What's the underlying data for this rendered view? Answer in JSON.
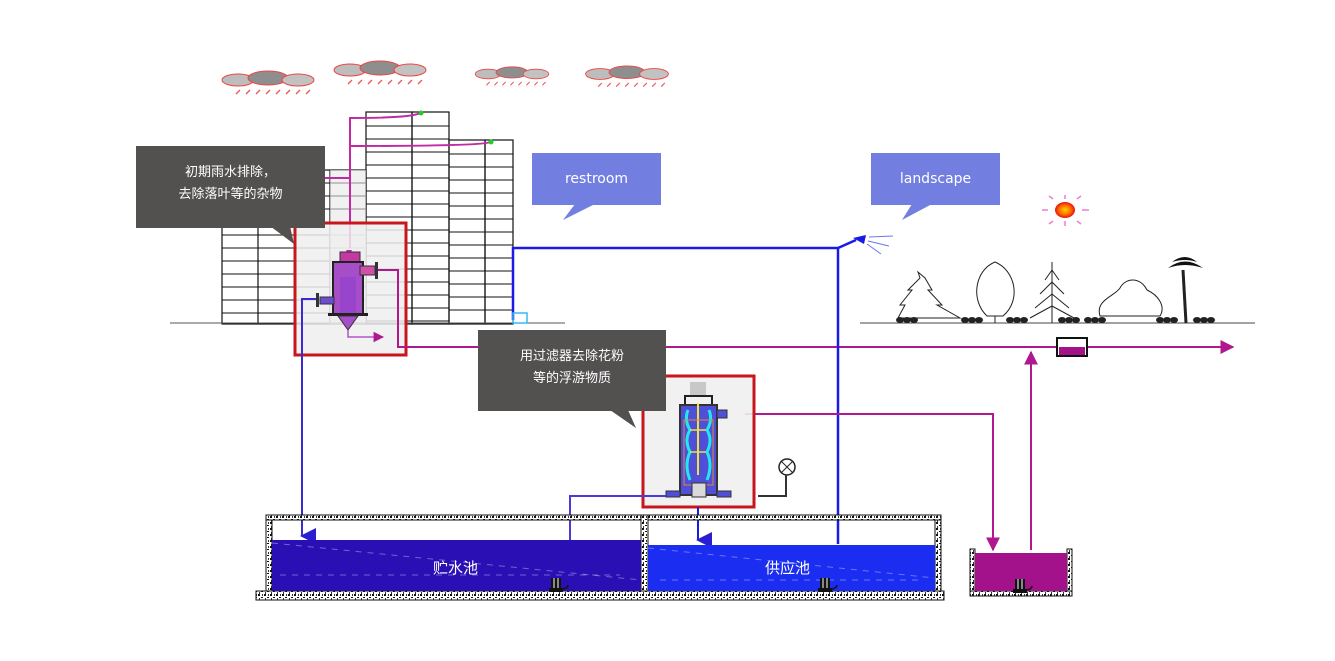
{
  "title": "Rainwater harvesting system diagram",
  "callouts": {
    "initial_rain": {
      "line1": "初期雨水排除，",
      "line2": "去除落叶等的杂物"
    },
    "filter": {
      "line1": "用过滤器去除花粉",
      "line2": "等的浮游物质"
    },
    "restroom": "restroom",
    "landscape": "landscape"
  },
  "pools": {
    "storage": "贮水池",
    "supply": "供应池"
  },
  "colors": {
    "rain_pipe": "#b0188f",
    "supply_pipe": "#1a1ae6",
    "storage_water": "#2a0fb4",
    "supply_water": "#1a2df0",
    "irrigation_water": "#a3128a",
    "highlight_frame": "#c8161d",
    "callout_dark": "#535050",
    "callout_blue": "#737fe0"
  },
  "icons": [
    "rain-cloud-icon",
    "downspout-filter-icon",
    "sand-filter-icon",
    "pressure-gauge-icon",
    "sprinkler-icon",
    "sun-icon",
    "tree-icon",
    "palm-tree-icon",
    "submersible-pump-icon",
    "water-meter-icon"
  ]
}
